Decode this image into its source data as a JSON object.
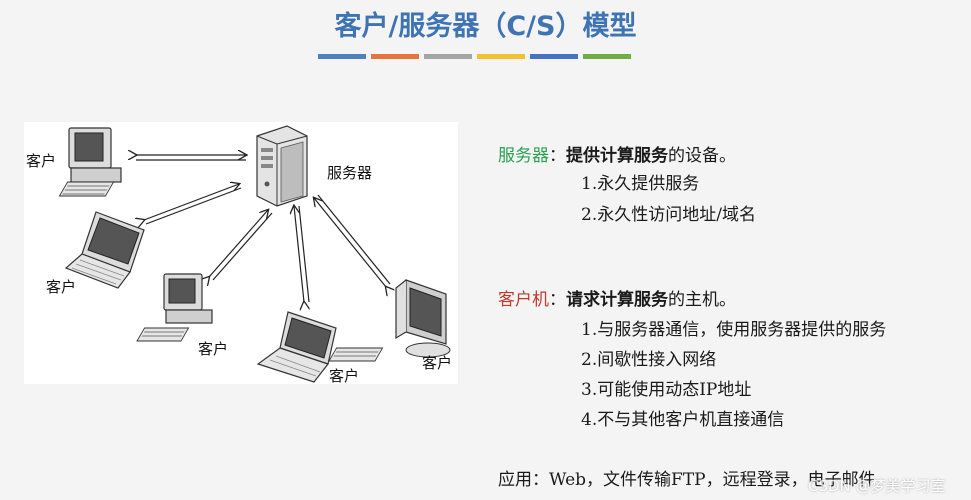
{
  "title": "客户/服务器（C/S）模型",
  "stripe_colors": [
    "#4f81bd",
    "#e8743b",
    "#a5a5a5",
    "#f2c12e",
    "#4472c4",
    "#70ad47"
  ],
  "diagram": {
    "server_label": "服务器",
    "client_label": "客户"
  },
  "server_section": {
    "term": "服务器",
    "colon": "：",
    "emphasis": "提供计算服务",
    "rest": "的设备。",
    "items": [
      "1.永久提供服务",
      "2.永久性访问地址/域名"
    ]
  },
  "client_section": {
    "term": "客户机",
    "colon": "：",
    "emphasis": "请求计算服务",
    "rest": "的主机。",
    "items": [
      "1.与服务器通信，使用服务器提供的服务",
      "2.间歇性接入网络",
      "3.可能使用动态IP地址",
      "4.不与其他客户机直接通信"
    ]
  },
  "applications": "应用：Web，文件传输FTP，远程登录，电子邮件",
  "watermark": "CSDN @梦美学习室"
}
